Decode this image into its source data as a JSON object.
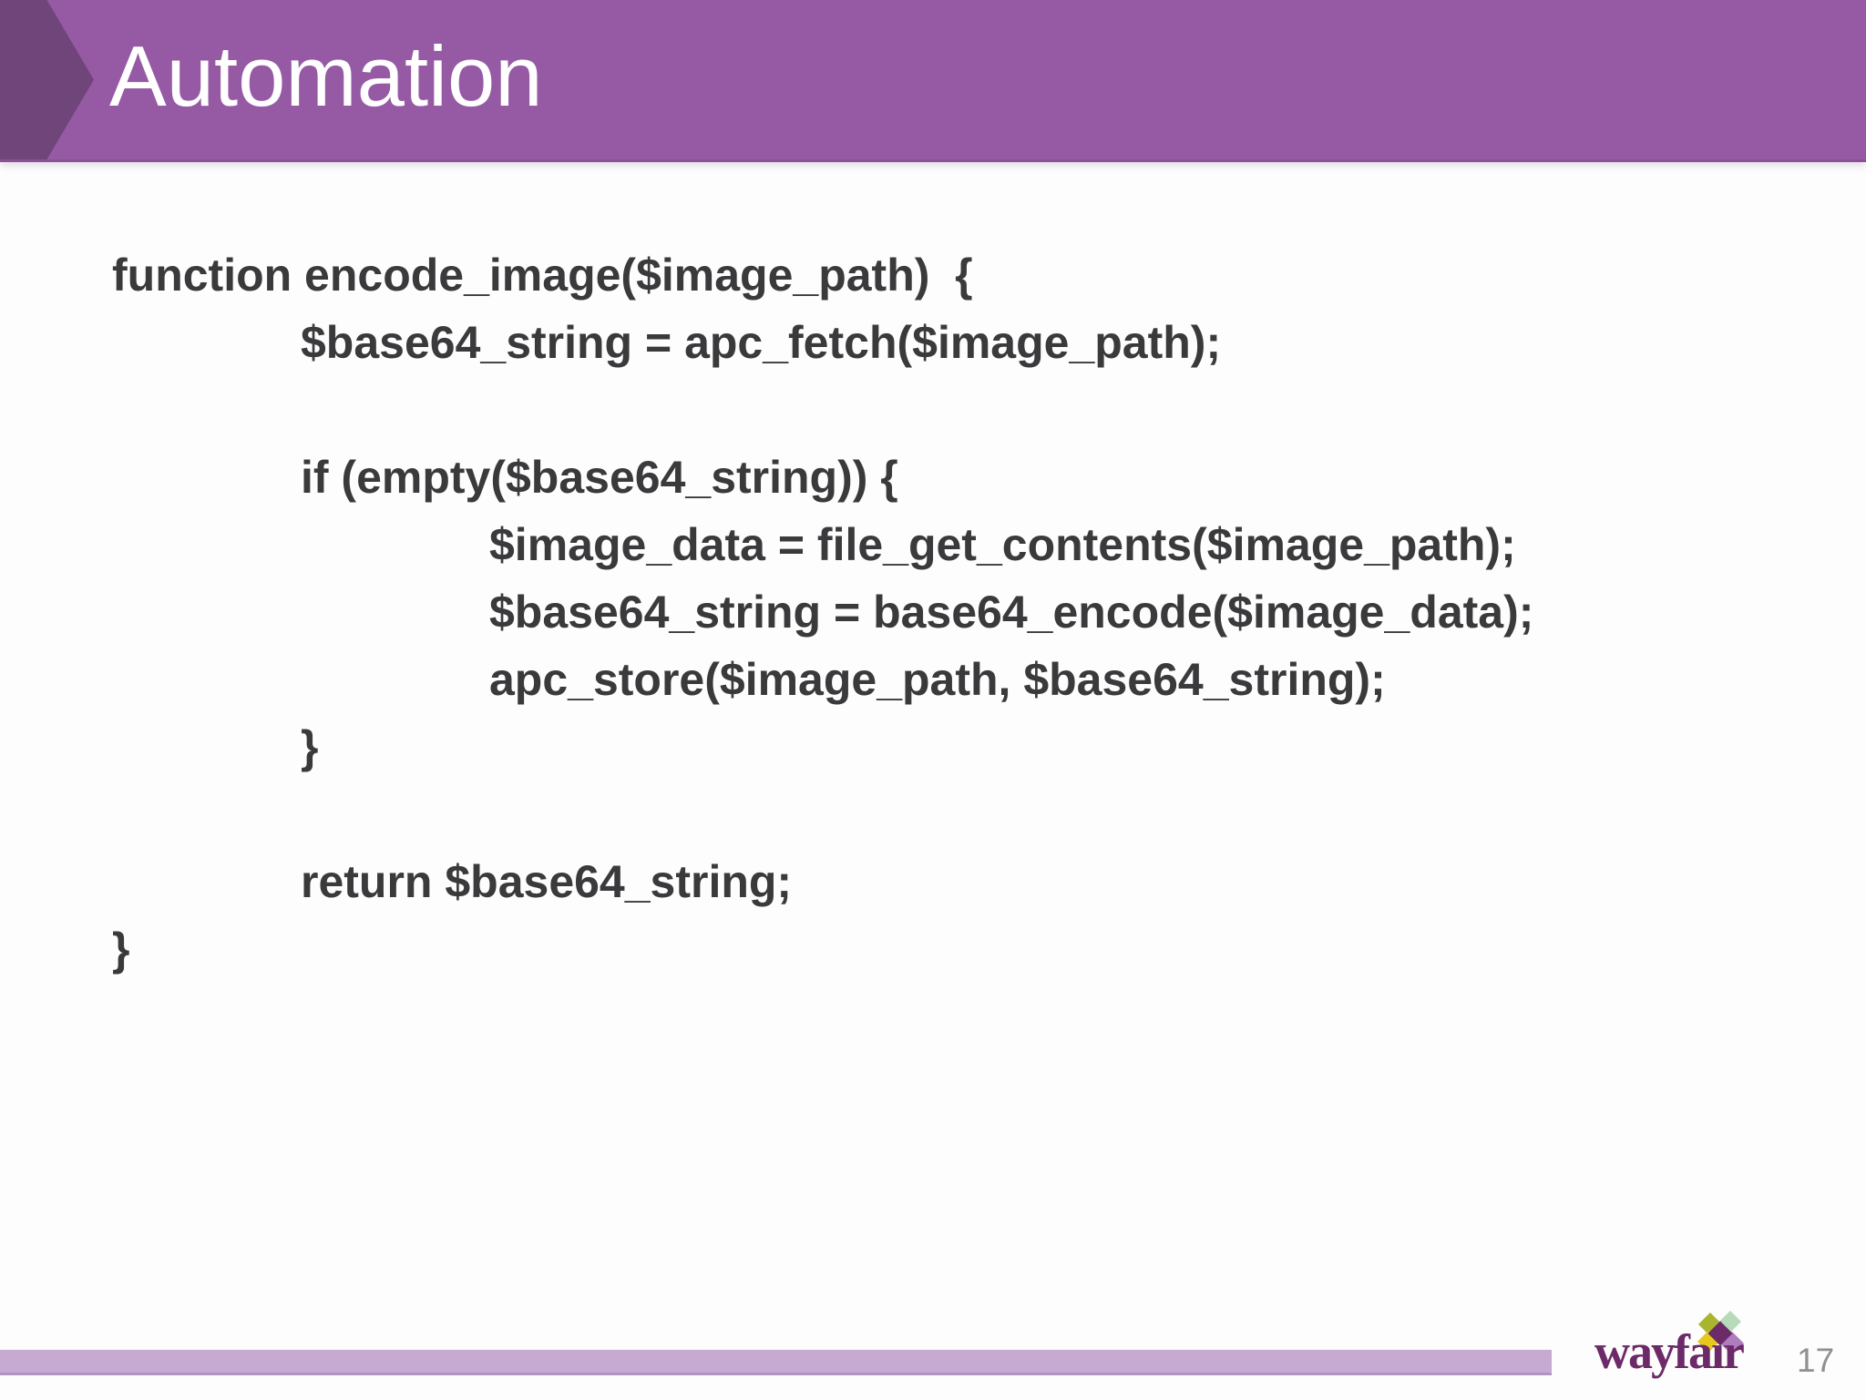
{
  "header": {
    "title": "Automation"
  },
  "code": {
    "language": "php",
    "lines": [
      {
        "indent": 0,
        "text": "function encode_image($image_path)  {"
      },
      {
        "indent": 1,
        "text": "$base64_string = apc_fetch($image_path);"
      },
      {
        "indent": 0,
        "text": ""
      },
      {
        "indent": 1,
        "text": "if (empty($base64_string)) {"
      },
      {
        "indent": 2,
        "text": "$image_data = file_get_contents($image_path);"
      },
      {
        "indent": 2,
        "text": "$base64_string = base64_encode($image_data);"
      },
      {
        "indent": 2,
        "text": "apc_store($image_path, $base64_string);"
      },
      {
        "indent": 1,
        "text": "}"
      },
      {
        "indent": 0,
        "text": ""
      },
      {
        "indent": 1,
        "text": "return $base64_string;"
      },
      {
        "indent": 0,
        "text": "}"
      }
    ]
  },
  "footer": {
    "logo_text": "wayfair",
    "page_number": "17"
  },
  "icons": {
    "wayfair_pinwheel": "wayfair-pinwheel-icon"
  },
  "colors": {
    "header_bg": "#965aa5",
    "header_edge": "#8a5096",
    "header_chevron": "#70457a",
    "title_text": "#ffffff",
    "code_text": "#3a3a3c",
    "footer_bar": "#c6aad2",
    "footer_bar_edge": "#b393c2",
    "logo_purple": "#6d2a68",
    "logo_olive": "#a9b42f",
    "logo_light_green": "#b7dab9",
    "logo_yellow": "#e6c91c",
    "logo_light_purple": "#b07cc0",
    "page_number_gray": "#909090"
  }
}
